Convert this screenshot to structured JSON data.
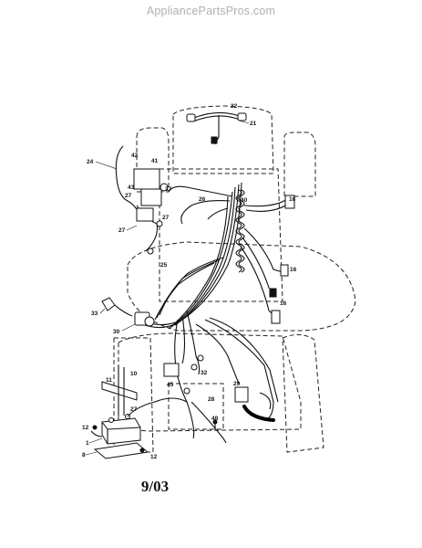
{
  "watermark": "AppliancePartsPros.com",
  "date_code": "9/03",
  "callouts": [
    "22",
    "21",
    "24",
    "42",
    "41",
    "43",
    "27",
    "37",
    "40",
    "26",
    "27",
    "27",
    "25",
    "16",
    "16",
    "16",
    "33",
    "30",
    "11",
    "10",
    "27",
    "12",
    "1",
    "8",
    "12",
    "45",
    "32",
    "29",
    "28",
    "48"
  ]
}
